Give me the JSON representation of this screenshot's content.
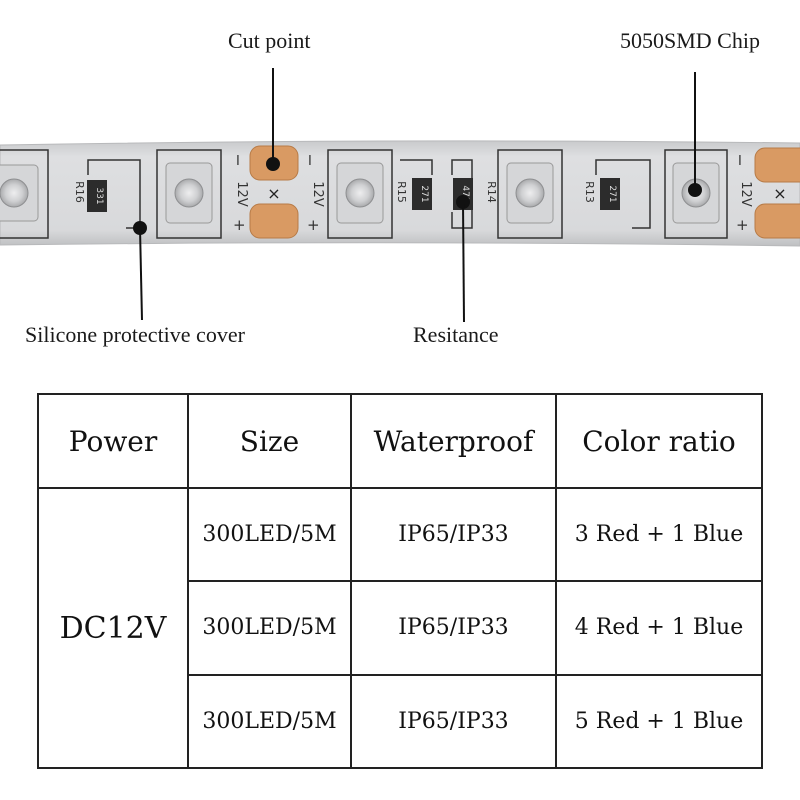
{
  "callouts": {
    "cut_point": "Cut point",
    "chip": "5050SMD Chip",
    "cover": "Silicone protective cover",
    "resistance": "Resitance"
  },
  "strip": {
    "resistors": [
      {
        "label": "R16",
        "code": "331"
      },
      {
        "label": "R15",
        "code": "271"
      },
      {
        "label": "R14",
        "code": "471"
      },
      {
        "label": "R13",
        "code": "271"
      }
    ],
    "pad_marks": {
      "minus": "I",
      "voltage": "12V",
      "plus": "+",
      "cut": "×"
    }
  },
  "table": {
    "headers": [
      "Power",
      "Size",
      "Waterproof",
      "Color ratio"
    ],
    "power": "DC12V",
    "rows": [
      {
        "size": "300LED/5M",
        "waterproof": "IP65/IP33",
        "ratio": "3 Red + 1 Blue"
      },
      {
        "size": "300LED/5M",
        "waterproof": "IP65/IP33",
        "ratio": "4 Red + 1 Blue"
      },
      {
        "size": "300LED/5M",
        "waterproof": "IP65/IP33",
        "ratio": "5 Red + 1 Blue"
      }
    ]
  },
  "colors": {
    "strip": "#d9dadc",
    "pad": "#d99a63",
    "led": "#cfd0d2",
    "border": "#222222"
  }
}
